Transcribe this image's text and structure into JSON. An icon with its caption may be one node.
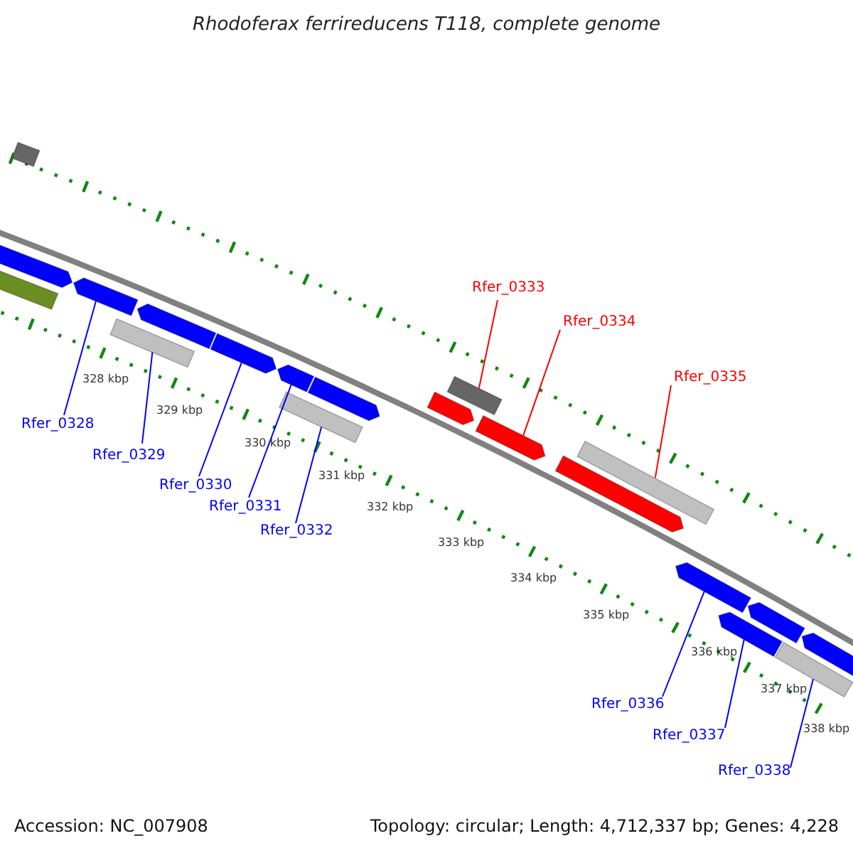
{
  "diagram": {
    "title": "Rhodoferax ferrireducens T118, complete genome",
    "nodes": [
      {
        "text": [
          "Rfer_0328"
        ]
      },
      {
        "text": [
          "Rfer_0329"
        ]
      },
      {
        "text": [
          "Rfer_0330"
        ]
      },
      {
        "text": [
          "Rfer_0331"
        ]
      },
      {
        "text": [
          "Rfer_0332"
        ]
      },
      {
        "text": [
          "Rfer_0333"
        ]
      },
      {
        "text": [
          "Rfer_0334"
        ]
      },
      {
        "text": [
          "Rfer_0335"
        ]
      },
      {
        "text": [
          "Rfer_0336"
        ]
      },
      {
        "text": [
          "Rfer_0337"
        ]
      },
      {
        "text": [
          "Rfer_0338"
        ]
      },
      {
        "text": [],
        "shape": "box"
      },
      {
        "text": [],
        "shape": "arrow"
      },
      {
        "text": [],
        "shape": "box"
      },
      {
        "text": [],
        "shape": "arrow"
      },
      {
        "text": [],
        "shape": "box"
      },
      {
        "text": [],
        "shape": "arrow"
      },
      {
        "text": [],
        "shape": "arrow"
      },
      {
        "text": [],
        "shape": "arrow"
      },
      {
        "text": [],
        "shape": "box"
      },
      {
        "text": [],
        "shape": "arrow"
      },
      {
        "text": [],
        "shape": "arrow"
      },
      {
        "text": [],
        "shape": "box"
      },
      {
        "text": [],
        "shape": "arrow"
      },
      {
        "text": [],
        "shape": "arrow"
      },
      {
        "text": [],
        "shape": "box"
      },
      {
        "text": [],
        "shape": "arrow"
      },
      {
        "text": [],
        "shape": "arrow"
      },
      {
        "text": [],
        "shape": "arrow"
      },
      {
        "text": [],
        "shape": "box"
      },
      {
        "text": [],
        "shape": "arrow"
      }
    ],
    "edges": [
      {
        "from": 0,
        "to": 14,
        "arrow": "none"
      },
      {
        "from": 1,
        "to": 15,
        "arrow": "none"
      },
      {
        "from": 2,
        "to": 17,
        "arrow": "none"
      },
      {
        "from": 3,
        "to": 18,
        "arrow": "none"
      },
      {
        "from": 4,
        "to": 19,
        "arrow": "none"
      },
      {
        "from": 5,
        "to": 22,
        "arrow": "none",
        "color": "#ff0000"
      },
      {
        "from": 6,
        "to": 23,
        "arrow": "none",
        "color": "#ff0000"
      },
      {
        "from": 7,
        "to": 25,
        "arrow": "none",
        "color": "#ff0000"
      },
      {
        "from": 8,
        "to": 26,
        "arrow": "none"
      },
      {
        "from": 9,
        "to": 27,
        "arrow": "none"
      },
      {
        "from": 10,
        "to": 29,
        "arrow": "none"
      }
    ],
    "labels": [
      "328 kbp",
      "329 kbp",
      "330 kbp",
      "331 kbp",
      "332 kbp",
      "333 kbp",
      "334 kbp",
      "335 kbp",
      "336 kbp",
      "337 kbp",
      "338 kbp",
      "Accession: NC_007908",
      "Topology: circular; Length: 4,712,337 bp; Genes: 4,228"
    ]
  }
}
